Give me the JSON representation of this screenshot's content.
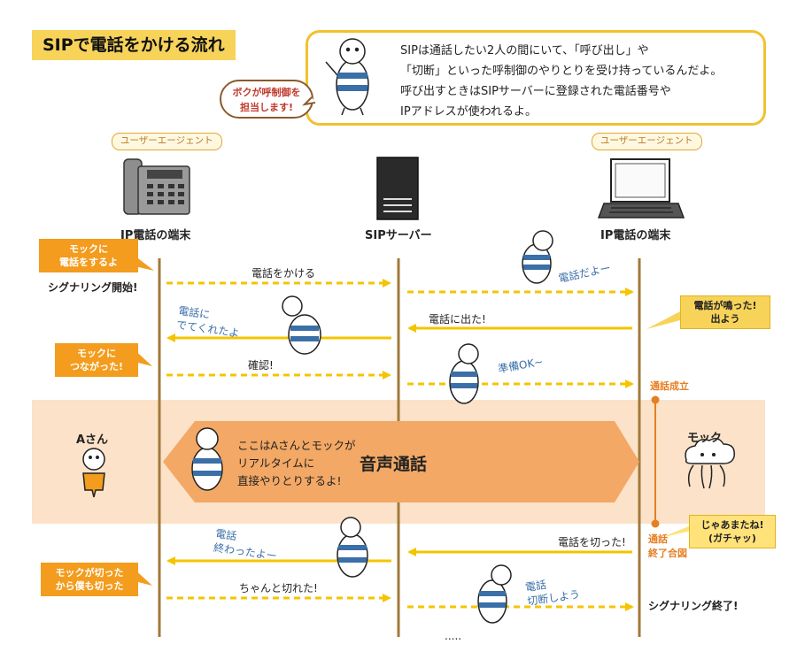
{
  "title": "SIPで電話をかける流れ",
  "speech": {
    "lines": [
      "SIPは通話したい2人の間にいて、「呼び出し」や",
      "「切断」といった呼制御のやりとりを受け持っているんだよ。",
      "呼び出すときはSIPサーバーに登録された電話番号や",
      "IPアドレスが使われるよ。"
    ],
    "bubble": [
      "ボクが呼制御を",
      "担当します!"
    ]
  },
  "nodes": {
    "left": {
      "tag": "ユーザーエージェント",
      "name": "IP電話の端末"
    },
    "center": {
      "name": "SIPサーバー"
    },
    "right": {
      "tag": "ユーザーエージェント",
      "name": "IP電話の端末"
    }
  },
  "messages": {
    "call": "電話をかける",
    "answered": "電話に出た!",
    "confirm": "確認!",
    "hung_up": "電話を切った!",
    "cut_ok": "ちゃんと切れた!"
  },
  "handwritten": {
    "phone_ringing": "電話だよー",
    "picked_up": [
      "電話に",
      "でてくれたよ"
    ],
    "ready": "準備OK~",
    "ended": [
      "電話",
      "終わったよー"
    ],
    "disconnect": [
      "電話",
      "切断しよう"
    ],
    "voice": [
      "ここはAさんとモックが",
      "リアルタイムに",
      "直接やりとりするよ!"
    ]
  },
  "callouts": {
    "calling_mock": [
      "モックに",
      "電話をするよ"
    ],
    "connected": [
      "モックに",
      "つながった!"
    ],
    "mock_hung_up": [
      "モックが切った",
      "から僕も切った"
    ],
    "ring_answer": [
      "電話が鳴った!",
      "出よう"
    ],
    "bye": [
      "じゃあまたね!",
      "(ガチャッ)"
    ]
  },
  "labels": {
    "signaling_start": "シグナリング開始!",
    "signaling_end": "シグナリング終了!",
    "call_established": "通話成立",
    "call_end_signal": [
      "通話",
      "終了合図"
    ],
    "voice_call": "音声通話",
    "person_a": "Aさん",
    "mock": "モック",
    "dots": "....."
  },
  "colors": {
    "accent_yellow": "#f7d35a",
    "arrow_yellow": "#f5c400",
    "orange": "#f39c1d",
    "band": "#fbe2c9",
    "voice_arrow": "#f3a865",
    "lifeline": "#a07a3a"
  }
}
